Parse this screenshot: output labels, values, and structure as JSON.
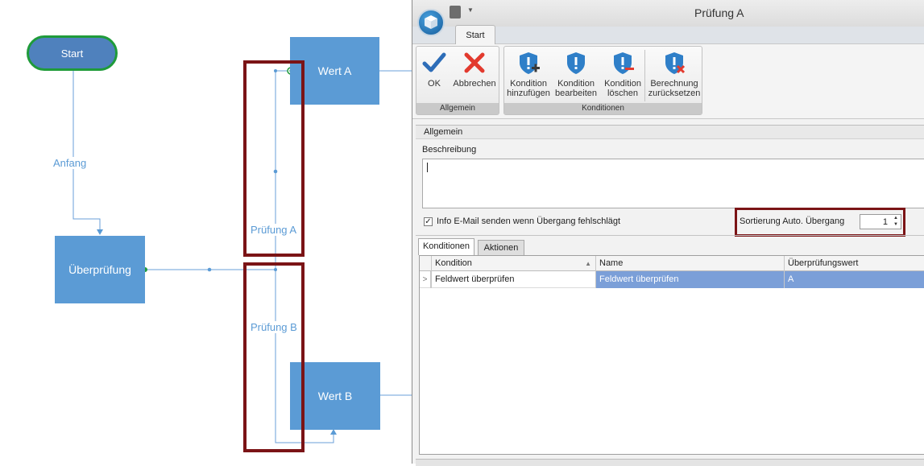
{
  "flowchart": {
    "start_label": "Start",
    "check_node_label": "Überprüfung",
    "value_a_label": "Wert A",
    "value_b_label": "Wert B",
    "edge_entry_label": "Anfang",
    "edge_check_a_label": "Prüfung A",
    "edge_check_b_label": "Prüfung B",
    "node_color": "#5b9bd5",
    "start_border_color": "#1f9b3a",
    "highlight_color": "#7b1416"
  },
  "window": {
    "title": "Prüfung A"
  },
  "ribbon": {
    "tab": "Start",
    "groups": [
      {
        "label": "Allgemein",
        "buttons": [
          "OK",
          "Abbrechen"
        ]
      },
      {
        "label": "Konditionen",
        "buttons": [
          "Kondition hinzufügen",
          "Kondition bearbeiten",
          "Kondition löschen",
          "Berechnung zurücksetzen"
        ]
      }
    ],
    "btn_ok": "OK",
    "btn_cancel": "Abbrechen",
    "btn_add_line1": "Kondition",
    "btn_add_line2": "hinzufügen",
    "btn_edit_line1": "Kondition",
    "btn_edit_line2": "bearbeiten",
    "btn_delete_line1": "Kondition",
    "btn_delete_line2": "löschen",
    "btn_reset_line1": "Berechnung",
    "btn_reset_line2": "zurücksetzen",
    "group_general": "Allgemein",
    "group_conditions": "Konditionen"
  },
  "form": {
    "section_title": "Allgemein",
    "description_label": "Beschreibung",
    "description_value": "",
    "email_checkbox_label": "Info E-Mail senden wenn Übergang fehlschlägt",
    "email_checkbox_checked": true,
    "sort_label": "Sortierung Auto. Übergang",
    "sort_value": "1"
  },
  "subtabs": {
    "conditions": "Konditionen",
    "actions": "Aktionen"
  },
  "grid": {
    "columns": [
      "Kondition",
      "Name",
      "Überprüfungswert"
    ],
    "rows": [
      {
        "condition": "Feldwert überprüfen",
        "name": "Feldwert überprüfen",
        "value": "A"
      }
    ]
  }
}
